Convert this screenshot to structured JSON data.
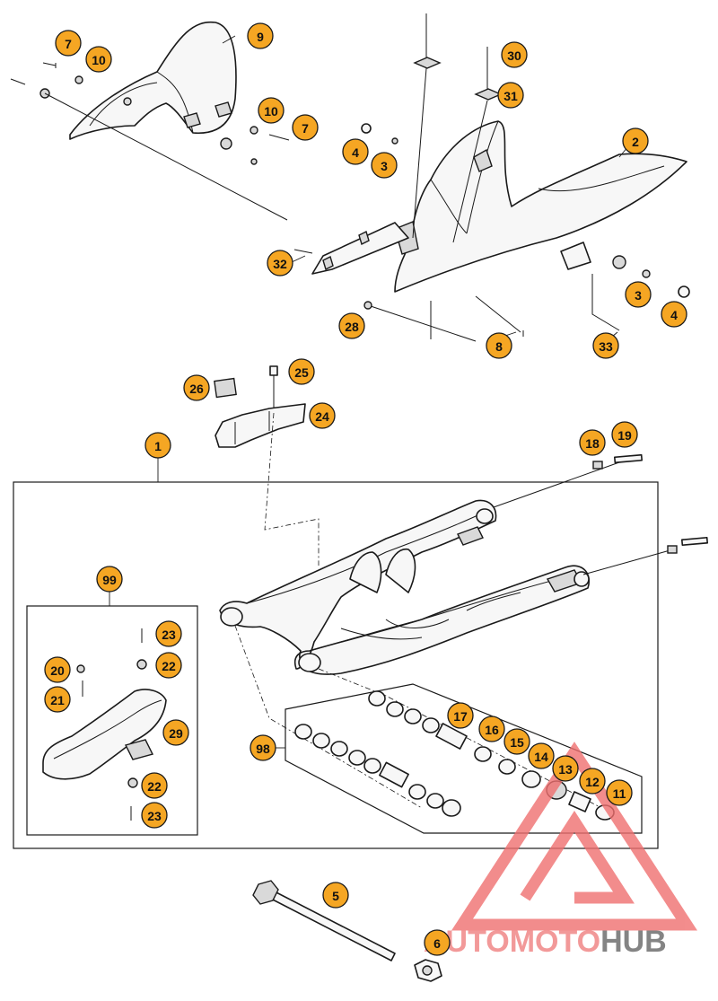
{
  "callouts": [
    {
      "id": "c7a",
      "label": "7"
    },
    {
      "id": "c10a",
      "label": "10"
    },
    {
      "id": "c9",
      "label": "9"
    },
    {
      "id": "c10b",
      "label": "10"
    },
    {
      "id": "c7b",
      "label": "7"
    },
    {
      "id": "c30",
      "label": "30"
    },
    {
      "id": "c31",
      "label": "31"
    },
    {
      "id": "c4a",
      "label": "4"
    },
    {
      "id": "c3a",
      "label": "3"
    },
    {
      "id": "c2",
      "label": "2"
    },
    {
      "id": "c32",
      "label": "32"
    },
    {
      "id": "c28",
      "label": "28"
    },
    {
      "id": "c8",
      "label": "8"
    },
    {
      "id": "c3b",
      "label": "3"
    },
    {
      "id": "c4b",
      "label": "4"
    },
    {
      "id": "c33",
      "label": "33"
    },
    {
      "id": "c25",
      "label": "25"
    },
    {
      "id": "c26",
      "label": "26"
    },
    {
      "id": "c24",
      "label": "24"
    },
    {
      "id": "c1",
      "label": "1"
    },
    {
      "id": "c18",
      "label": "18"
    },
    {
      "id": "c19",
      "label": "19"
    },
    {
      "id": "c99",
      "label": "99"
    },
    {
      "id": "c23a",
      "label": "23"
    },
    {
      "id": "c22a",
      "label": "22"
    },
    {
      "id": "c20",
      "label": "20"
    },
    {
      "id": "c21",
      "label": "21"
    },
    {
      "id": "c29",
      "label": "29"
    },
    {
      "id": "c22b",
      "label": "22"
    },
    {
      "id": "c23b",
      "label": "23"
    },
    {
      "id": "c17",
      "label": "17"
    },
    {
      "id": "c16",
      "label": "16"
    },
    {
      "id": "c15",
      "label": "15"
    },
    {
      "id": "c14",
      "label": "14"
    },
    {
      "id": "c13",
      "label": "13"
    },
    {
      "id": "c12",
      "label": "12"
    },
    {
      "id": "c11",
      "label": "11"
    },
    {
      "id": "c98",
      "label": "98"
    },
    {
      "id": "c5",
      "label": "5"
    },
    {
      "id": "c6",
      "label": "6"
    }
  ],
  "watermark": {
    "part1": "AUTOMOTO",
    "part2": "HUB",
    "color_part1": "#f08080",
    "color_part2": "#666666",
    "triangle_color": "#f07070"
  },
  "colors": {
    "callout_fill": "#f5a623",
    "line": "#1a1a1a"
  }
}
